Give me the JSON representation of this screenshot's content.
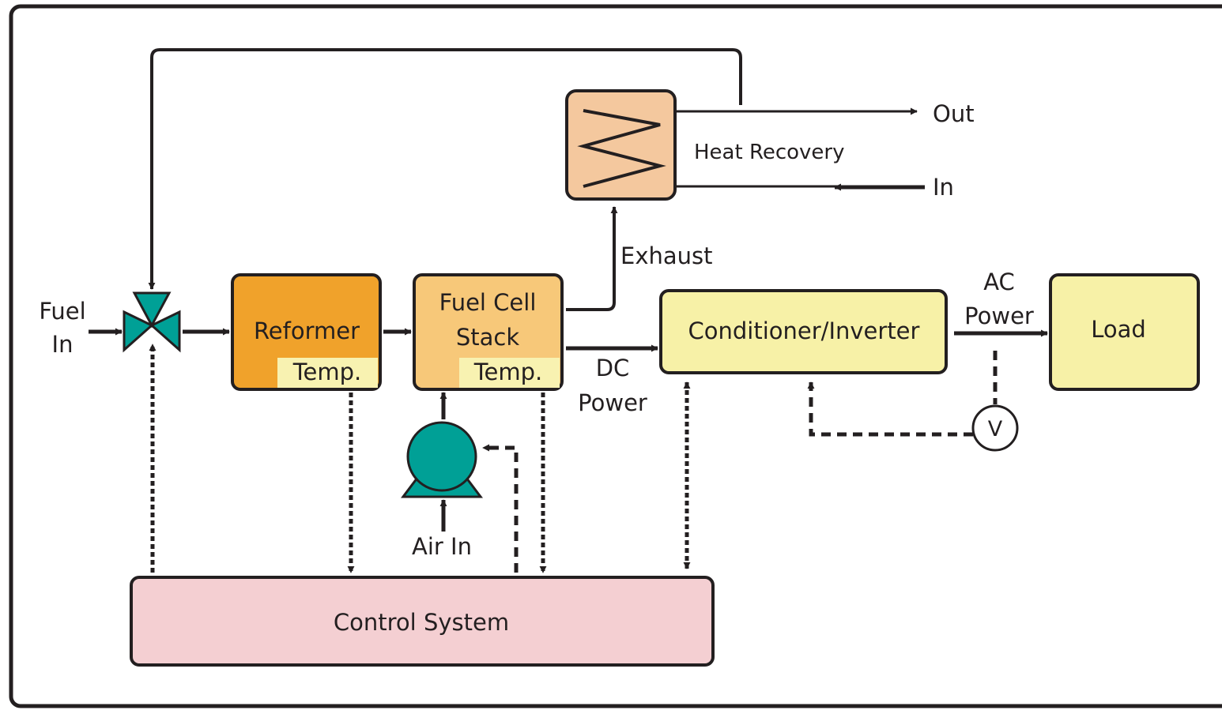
{
  "labels": {
    "fuel_in_line1": "Fuel",
    "fuel_in_line2": "In",
    "reformer": "Reformer",
    "reformer_temp": "Temp.",
    "stack_line1": "Fuel Cell",
    "stack_line2": "Stack",
    "stack_temp": "Temp.",
    "heat_recovery": "Heat Recovery",
    "out": "Out",
    "in": "In",
    "exhaust": "Exhaust",
    "dc_line1": "DC",
    "dc_line2": "Power",
    "conditioner": "Conditioner/Inverter",
    "ac_line1": "AC",
    "ac_line2": "Power",
    "load": "Load",
    "voltmeter": "V",
    "air_in": "Air In",
    "control": "Control System"
  },
  "colors": {
    "reformer": "#f0a22b",
    "stack": "#f7c879",
    "temp_tag": "#f8f2b1",
    "heat_exchanger": "#f4c89e",
    "conditioner": "#f7f1a7",
    "load": "#f7f1a7",
    "control": "#f4cfd2",
    "valve_pump": "#00a096",
    "line": "#231f20"
  }
}
